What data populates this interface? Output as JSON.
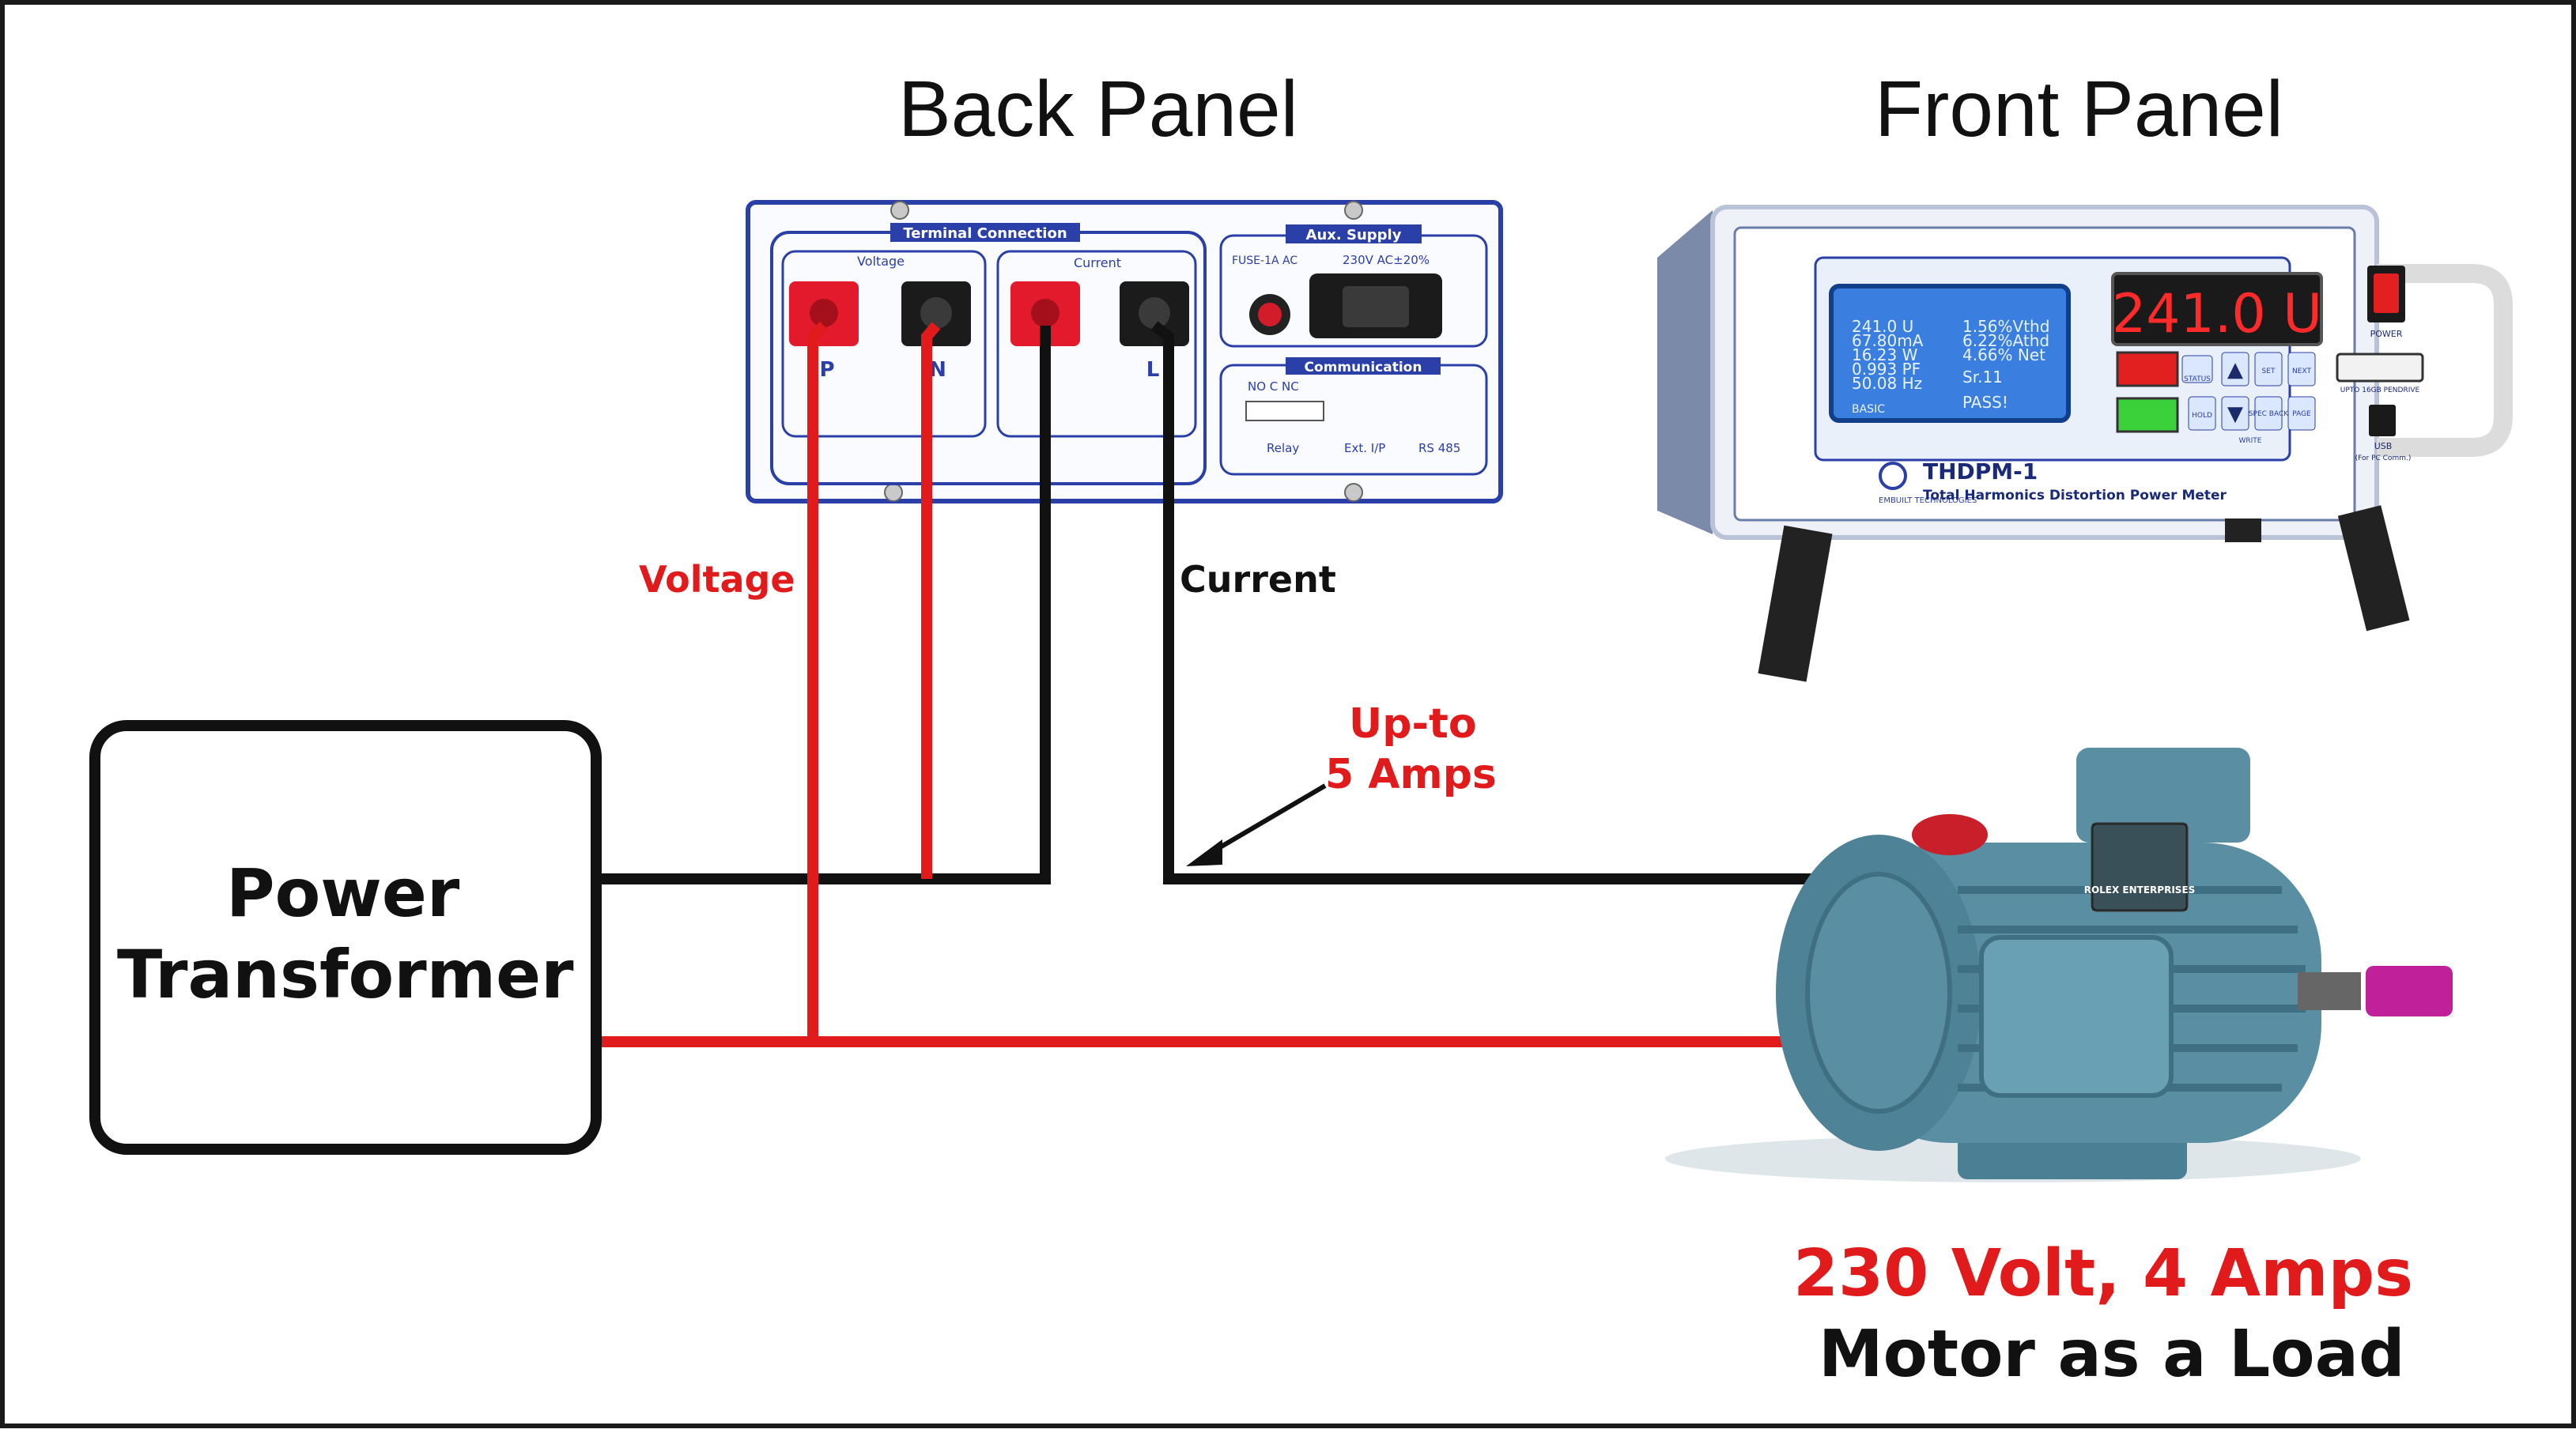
{
  "headings": {
    "back_panel": "Back Panel",
    "front_panel": "Front Panel"
  },
  "transformer": {
    "line1": "Power",
    "line2": "Transformer"
  },
  "wire_labels": {
    "voltage": "Voltage",
    "current": "Current",
    "upto_line1": "Up-to",
    "upto_line2": "5 Amps"
  },
  "load": {
    "line1": "230 Volt, 4 Amps",
    "line2": "Motor as a Load"
  },
  "back_panel": {
    "terminal_connection": "Terminal Connection",
    "voltage": "Voltage",
    "current": "Current",
    "p": "P",
    "n": "N",
    "l": "L",
    "aux_supply": "Aux. Supply",
    "fuse": "FUSE-1A AC",
    "ac_rating": "230V AC±20%",
    "communication": "Communication",
    "relay_pins": "NO  C  NC",
    "relay": "Relay",
    "ext_ip": "Ext. I/P",
    "rs485": "RS 485"
  },
  "front_panel": {
    "led_display": "241.0 U",
    "lcd_left": [
      "241.0 U",
      "67.80mA",
      "16.23 W",
      "0.993 PF",
      "50.08 Hz",
      "BASIC"
    ],
    "lcd_right": [
      "1.56%Vthd",
      "6.22%Athd",
      "4.66% Net",
      "Sr.11",
      "PASS!"
    ],
    "model": "THDPM-1",
    "model_desc": "Total Harmonics Distortion Power Meter",
    "brand": "EMBUILT TECHNOLOGIES",
    "power": "POWER",
    "usb": "USB",
    "usb_note": "(For PC Comm.)",
    "pendrive": "UPTO 16GB PENDRIVE",
    "btn_status": "STATUS",
    "btn_set": "SET",
    "btn_next": "NEXT",
    "btn_hold": "HOLD",
    "btn_spec": "SPEC BACK",
    "btn_page": "PAGE",
    "btn_write": "WRITE"
  },
  "motor": {
    "badge": "Rolex Enterprises",
    "plate_brand": "ROLEX ENTERPRISES"
  },
  "colors": {
    "red": "#e11b1b",
    "black": "#111111",
    "panel_border": "#2a3fa8",
    "motor_body": "#5a8ea3",
    "shaft": "#c0209a"
  }
}
